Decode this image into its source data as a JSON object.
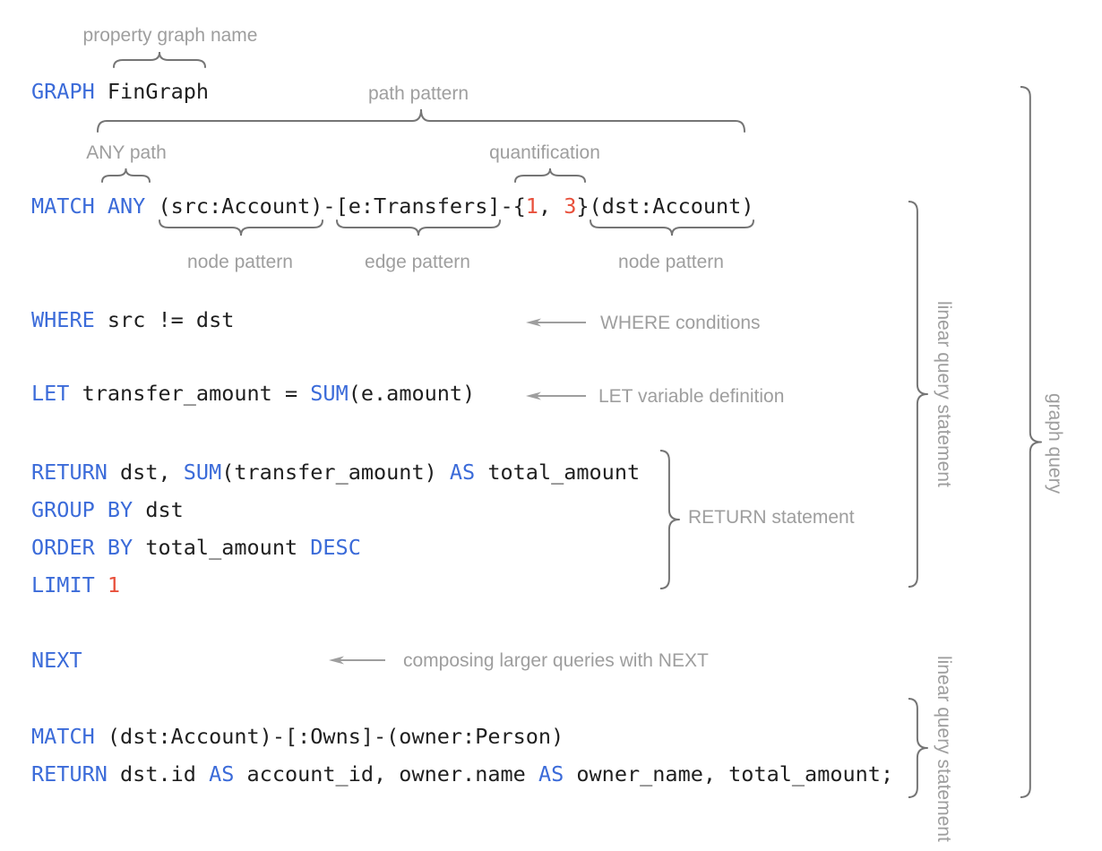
{
  "palette": {
    "kw": "#3b6bd9",
    "num": "#e8503b",
    "code": "#1f1f1f",
    "label": "#9e9e9e",
    "brace": "#757575",
    "arrow": "#9e9e9e",
    "bg": "#ffffff"
  },
  "code": {
    "graph": [
      {
        "t": "GRAPH",
        "c": "kw"
      },
      {
        "t": " FinGraph",
        "c": "pl"
      }
    ],
    "match": [
      {
        "t": "MATCH ANY",
        "c": "kw"
      },
      {
        "t": " (src:Account)-[e:Transfers]-{",
        "c": "pl"
      },
      {
        "t": "1",
        "c": "num"
      },
      {
        "t": ", ",
        "c": "pl"
      },
      {
        "t": "3",
        "c": "num"
      },
      {
        "t": "}(dst:Account)",
        "c": "pl"
      }
    ],
    "where": [
      {
        "t": "WHERE",
        "c": "kw"
      },
      {
        "t": " src != dst",
        "c": "pl"
      }
    ],
    "let": [
      {
        "t": "LET",
        "c": "kw"
      },
      {
        "t": " transfer_amount = ",
        "c": "pl"
      },
      {
        "t": "SUM",
        "c": "kw"
      },
      {
        "t": "(e.amount)",
        "c": "pl"
      }
    ],
    "return1": [
      {
        "t": "RETURN",
        "c": "kw"
      },
      {
        "t": " dst, ",
        "c": "pl"
      },
      {
        "t": "SUM",
        "c": "kw"
      },
      {
        "t": "(transfer_amount) ",
        "c": "pl"
      },
      {
        "t": "AS",
        "c": "kw"
      },
      {
        "t": " total_amount",
        "c": "pl"
      }
    ],
    "group": [
      {
        "t": "GROUP BY",
        "c": "kw"
      },
      {
        "t": " dst",
        "c": "pl"
      }
    ],
    "order": [
      {
        "t": "ORDER BY",
        "c": "kw"
      },
      {
        "t": " total_amount ",
        "c": "pl"
      },
      {
        "t": "DESC",
        "c": "kw"
      }
    ],
    "limit": [
      {
        "t": "LIMIT",
        "c": "kw"
      },
      {
        "t": " ",
        "c": "pl"
      },
      {
        "t": "1",
        "c": "num"
      }
    ],
    "next": [
      {
        "t": "NEXT",
        "c": "kw"
      }
    ],
    "match2": [
      {
        "t": "MATCH",
        "c": "kw"
      },
      {
        "t": " (dst:Account)-[:Owns]-(owner:Person)",
        "c": "pl"
      }
    ],
    "return2": [
      {
        "t": "RETURN",
        "c": "kw"
      },
      {
        "t": " dst.id ",
        "c": "pl"
      },
      {
        "t": "AS",
        "c": "kw"
      },
      {
        "t": " account_id, owner.name ",
        "c": "pl"
      },
      {
        "t": "AS",
        "c": "kw"
      },
      {
        "t": " owner_name, total_amount;",
        "c": "pl"
      }
    ]
  },
  "labels": {
    "property_graph_name": "property graph name",
    "path_pattern": "path pattern",
    "any_path": "ANY path",
    "quantification": "quantification",
    "node_pattern_1": "node pattern",
    "edge_pattern": "edge pattern",
    "node_pattern_2": "node pattern",
    "where_conditions": "WHERE conditions",
    "let_variable_definition": "LET variable definition",
    "return_statement": "RETURN statement",
    "composing_next": "composing larger queries with NEXT",
    "linear_query_statement_1": "linear query statement",
    "linear_query_statement_2": "linear query statement",
    "graph_query": "graph query"
  }
}
